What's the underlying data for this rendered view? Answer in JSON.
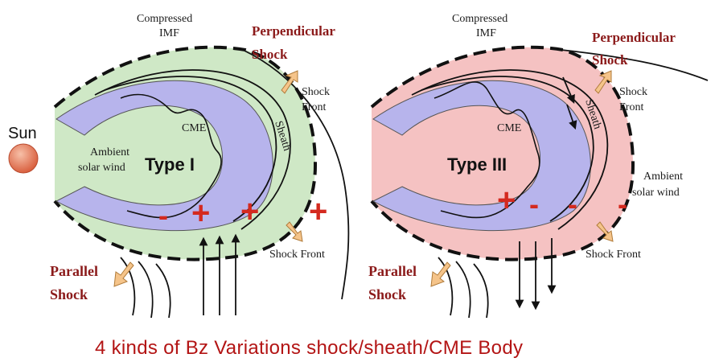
{
  "figure": {
    "caption": "4 kinds of Bz Variations shock/sheath/CME Body",
    "colors": {
      "cme_body": "#b7b4ec",
      "sheath_type1": "#cfe8c6",
      "sheath_type3": "#f5c2c2",
      "sun": "#e97b5a",
      "sign_red": "#d42a1f",
      "label_red": "#8b1a1a",
      "arrow_fill": "#f5c48a",
      "caption_red": "#b31414"
    },
    "sun_label": "Sun",
    "left_panel": {
      "type_label": "Type I",
      "compressed_imf": [
        "Compressed",
        "IMF"
      ],
      "perpendicular_shock": [
        "Perpendicular",
        "Shock"
      ],
      "shock_front_top": [
        "Shock",
        "Front"
      ],
      "shock_front_bottom": "Shock Front",
      "cme": "CME",
      "sheath": "Sheath",
      "ambient_solar_wind": [
        "Ambient",
        "solar wind"
      ],
      "parallel_shock": [
        "Parallel",
        "Shock"
      ],
      "bz_signs": [
        "-",
        "+",
        "+",
        "+"
      ]
    },
    "right_panel": {
      "type_label": "Type III",
      "compressed_imf": [
        "Compressed",
        "IMF"
      ],
      "perpendicular_shock": [
        "Perpendicular",
        "Shock"
      ],
      "shock_front_top": [
        "Shock",
        "Front"
      ],
      "shock_front_bottom": "Shock Front",
      "cme": "CME",
      "sheath": "Sheath",
      "ambient_solar_wind": [
        "Ambient",
        "solar wind"
      ],
      "parallel_shock": [
        "Parallel",
        "Shock"
      ],
      "bz_signs": [
        "+",
        "-",
        "-",
        "-"
      ]
    }
  }
}
